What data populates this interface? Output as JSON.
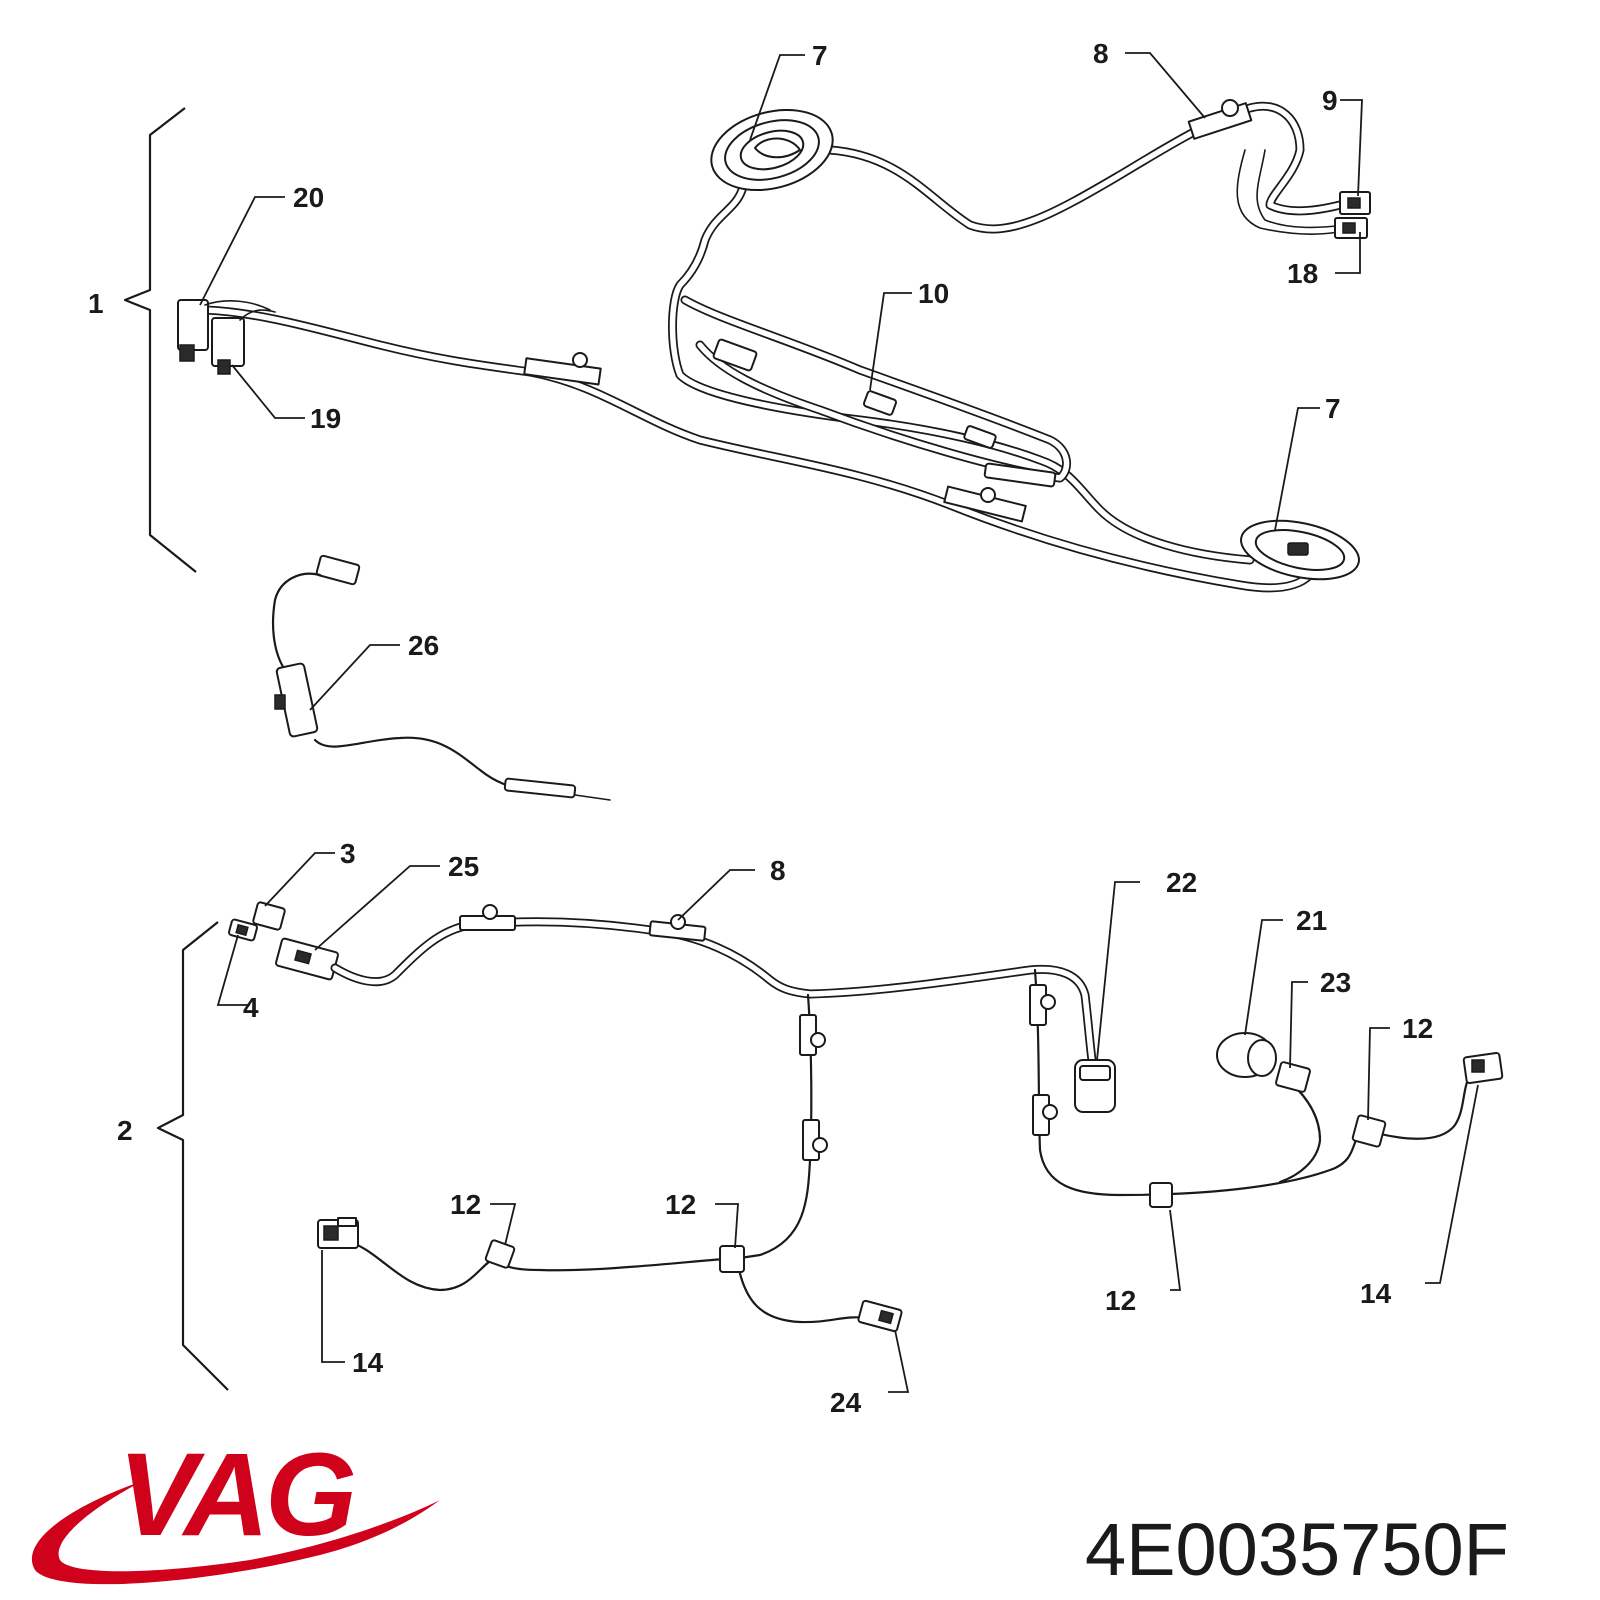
{
  "brand": {
    "logo_text": "VAG",
    "color": "#d0021b"
  },
  "part_number": "4E0035750F",
  "groups": [
    {
      "id": "group-1",
      "label": "1"
    },
    {
      "id": "group-2",
      "label": "2"
    }
  ],
  "callouts": [
    {
      "id": "c7-top",
      "label": "7"
    },
    {
      "id": "c8-top",
      "label": "8"
    },
    {
      "id": "c9",
      "label": "9"
    },
    {
      "id": "c18",
      "label": "18"
    },
    {
      "id": "c20",
      "label": "20"
    },
    {
      "id": "c19",
      "label": "19"
    },
    {
      "id": "c10",
      "label": "10"
    },
    {
      "id": "c7-right",
      "label": "7"
    },
    {
      "id": "c26",
      "label": "26"
    },
    {
      "id": "c3",
      "label": "3"
    },
    {
      "id": "c25",
      "label": "25"
    },
    {
      "id": "c8-mid",
      "label": "8"
    },
    {
      "id": "c4",
      "label": "4"
    },
    {
      "id": "c22",
      "label": "22"
    },
    {
      "id": "c21",
      "label": "21"
    },
    {
      "id": "c23",
      "label": "23"
    },
    {
      "id": "c12-right",
      "label": "12"
    },
    {
      "id": "c12-left",
      "label": "12"
    },
    {
      "id": "c12-center",
      "label": "12"
    },
    {
      "id": "c12-bottom",
      "label": "12"
    },
    {
      "id": "c14-left",
      "label": "14"
    },
    {
      "id": "c14-right",
      "label": "14"
    },
    {
      "id": "c24",
      "label": "24"
    }
  ]
}
